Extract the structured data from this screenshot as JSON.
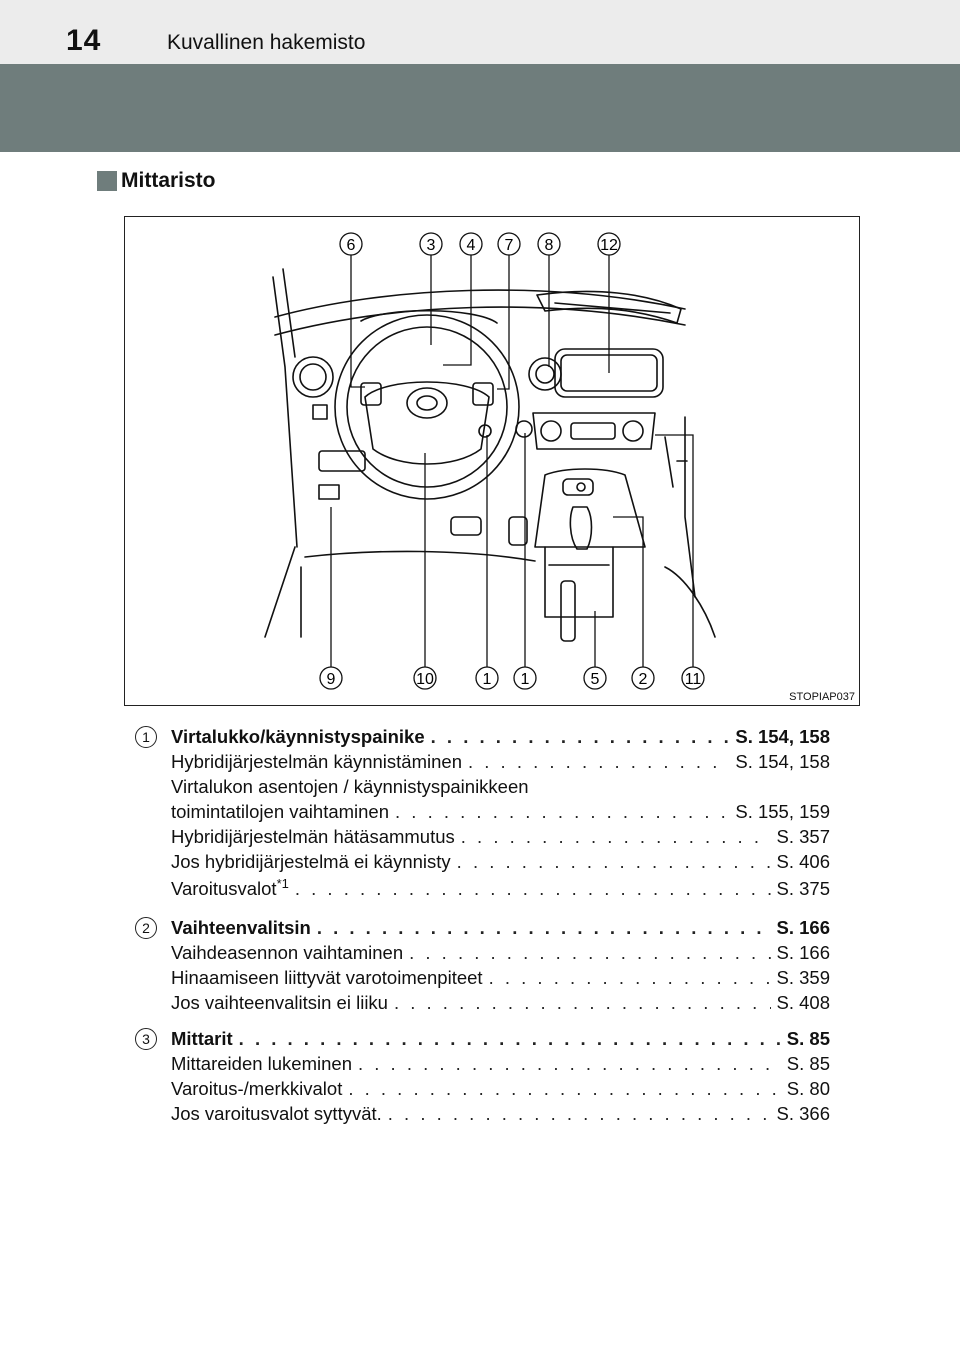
{
  "header": {
    "page_number": "14",
    "title": "Kuvallinen hakemisto"
  },
  "section": {
    "title": "Mittaristo"
  },
  "figure": {
    "code": "STOPIAP037",
    "top_callouts": [
      "6",
      "3",
      "4",
      "7",
      "8",
      "12"
    ],
    "bottom_callouts": [
      "9",
      "10",
      "1",
      "1",
      "5",
      "2",
      "11"
    ]
  },
  "entries": [
    {
      "number": "1",
      "main": {
        "label": "Virtalukko/käynnistyspainike",
        "page": "S. 154, 158"
      },
      "items": [
        {
          "label": "Hybridijärjestelmän käynnistäminen",
          "page": "S. 154, 158"
        },
        {
          "label_line1": "Virtalukon asentojen / käynnistyspainikkeen",
          "label": "toimintatilojen vaihtaminen",
          "page": "S. 155, 159"
        },
        {
          "label": "Hybridijärjestelmän hätäsammutus",
          "page": "S. 357"
        },
        {
          "label": "Jos hybridijärjestelmä ei käynnisty",
          "page": "S. 406"
        },
        {
          "label": "Varoitusvalot",
          "sup": "*1",
          "page": "S. 375"
        }
      ]
    },
    {
      "number": "2",
      "main": {
        "label": "Vaihteenvalitsin",
        "page": "S. 166"
      },
      "items": [
        {
          "label": "Vaihdeasennon vaihtaminen",
          "page": "S. 166"
        },
        {
          "label": "Hinaamiseen liittyvät varotoimenpiteet",
          "page": "S. 359"
        },
        {
          "label": "Jos vaihteenvalitsin ei liiku",
          "page": "S. 408"
        }
      ]
    },
    {
      "number": "3",
      "main": {
        "label": "Mittarit",
        "page": "S. 85"
      },
      "items": [
        {
          "label": "Mittareiden lukeminen",
          "page": "S. 85"
        },
        {
          "label": "Varoitus-/merkkivalot",
          "page": "S. 80"
        },
        {
          "label": "Jos varoitusvalot syttyvät.",
          "page": "S. 366"
        }
      ]
    }
  ]
}
